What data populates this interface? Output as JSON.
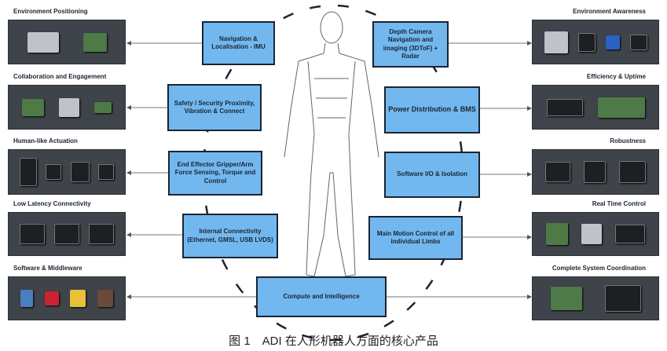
{
  "left_panels": [
    {
      "label": "Environment Positioning"
    },
    {
      "label": "Collaboration and Engagement"
    },
    {
      "label": "Human-like Actuation"
    },
    {
      "label": "Low Latency Connectivity"
    },
    {
      "label": "Software & Middleware"
    }
  ],
  "right_panels": [
    {
      "label": "Environment Awareness"
    },
    {
      "label": "Efficiency & Uptime"
    },
    {
      "label": "Robustness"
    },
    {
      "label": "Real Time Control"
    },
    {
      "label": "Complete System Coordination"
    }
  ],
  "boxes": {
    "nav": "Navigation & Localisation - IMU",
    "safety": "Safety / Security Proximity, Vibration & Connect",
    "effector": "End Effector Gripper/Arm Force Sensing, Torque and Control",
    "internal": "Internal Connectivity (Ethernet, GMSL, USB LVDS)",
    "compute": "Compute and Intelligence",
    "depth": "Depth Camera Navigation and imaging (3DToF) + Radar",
    "power": "Power Distribution & BMS",
    "software_io": "Software I/O & Isolation",
    "motion": "Main Motion Control of all individual Limbs"
  },
  "caption": "图 1　ADI 在人形机器人方面的核心产品"
}
